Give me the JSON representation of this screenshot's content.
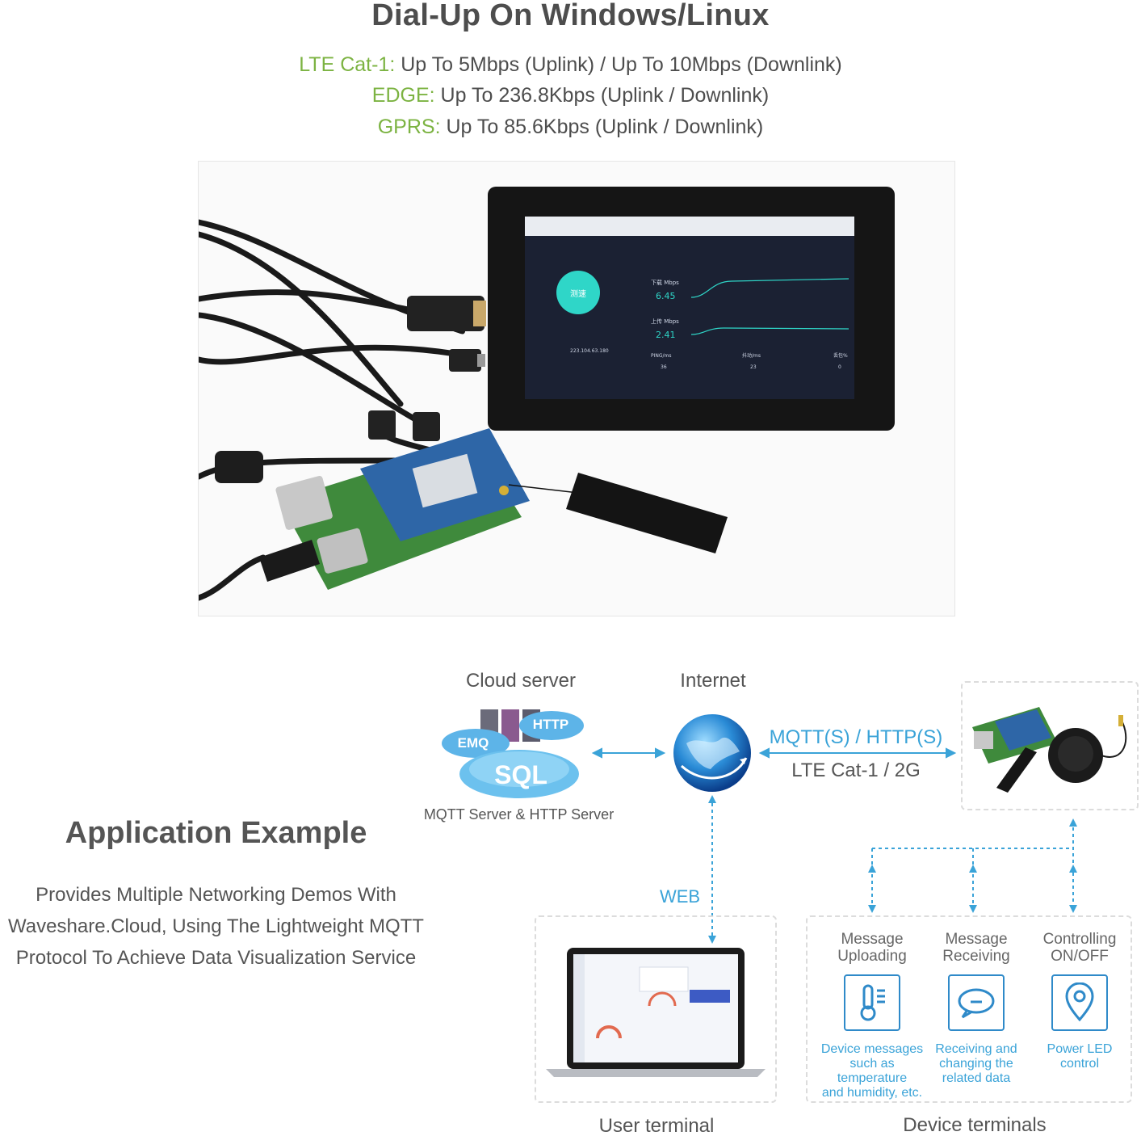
{
  "header": {
    "title": "Dial-Up On Windows/Linux",
    "specs": [
      {
        "key": "LTE Cat-1:",
        "value": " Up To 5Mbps (Uplink) / Up To 10Mbps (Downlink)"
      },
      {
        "key": "EDGE:",
        "value": " Up To 236.8Kbps (Uplink / Downlink)"
      },
      {
        "key": "GPRS:",
        "value": " Up To 85.6Kbps (Uplink / Downlink)"
      }
    ]
  },
  "screen": {
    "speed_button": "测速",
    "download_label": "下载 Mbps",
    "download_value": "6.45",
    "upload_label": "上传 Mbps",
    "upload_value": "2.41",
    "ping_label": "PING/ms",
    "ping_value": "36",
    "jitter_label": "抖动/ms",
    "jitter_value": "23",
    "loss_label": "丢包%",
    "loss_value": "0",
    "ip": "223.104.63.180"
  },
  "diagram": {
    "cloud_label": "Cloud server",
    "cloud_sub": "MQTT Server & HTTP Server",
    "cloud_tags": {
      "emq": "EMQ",
      "http": "HTTP",
      "sql": "SQL"
    },
    "internet_label": "Internet",
    "protocol": "MQTT(S) / HTTP(S)",
    "network": "LTE Cat-1 / 2G",
    "web": "WEB",
    "user_terminal": "User terminal",
    "device_terminals": "Device terminals"
  },
  "app": {
    "title": "Application Example",
    "desc_lines": [
      "Provides Multiple Networking Demos With",
      "Waveshare.Cloud, Using The Lightweight MQTT",
      "Protocol To Achieve Data Visualization Service"
    ]
  },
  "features": [
    {
      "title_1": "Message",
      "title_2": "Uploading",
      "icon": "thermometer-icon",
      "desc_1": "Device messages",
      "desc_2": "such as temperature",
      "desc_3": "and humidity, etc."
    },
    {
      "title_1": "Message",
      "title_2": "Receiving",
      "icon": "chat-bubble-icon",
      "desc_1": "Receiving and",
      "desc_2": "changing the",
      "desc_3": "related data"
    },
    {
      "title_1": "Controlling",
      "title_2": "ON/OFF",
      "icon": "location-pin-icon",
      "desc_1": "Power LED",
      "desc_2": "control",
      "desc_3": ""
    }
  ],
  "colors": {
    "accent_green": "#7cb342",
    "accent_blue": "#3aa3d8",
    "icon_blue": "#2f8ac9"
  }
}
